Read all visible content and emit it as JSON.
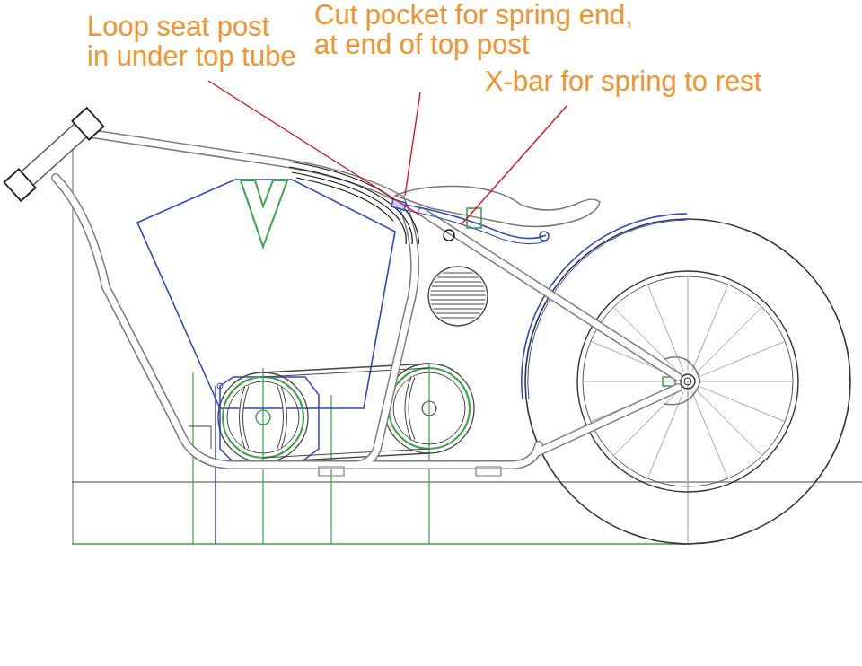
{
  "diagram": {
    "labels": [
      "Loop seat post in under top tube",
      "Cut pocket for spring end, at end of top post",
      "X-bar for spring to rest"
    ]
  }
}
